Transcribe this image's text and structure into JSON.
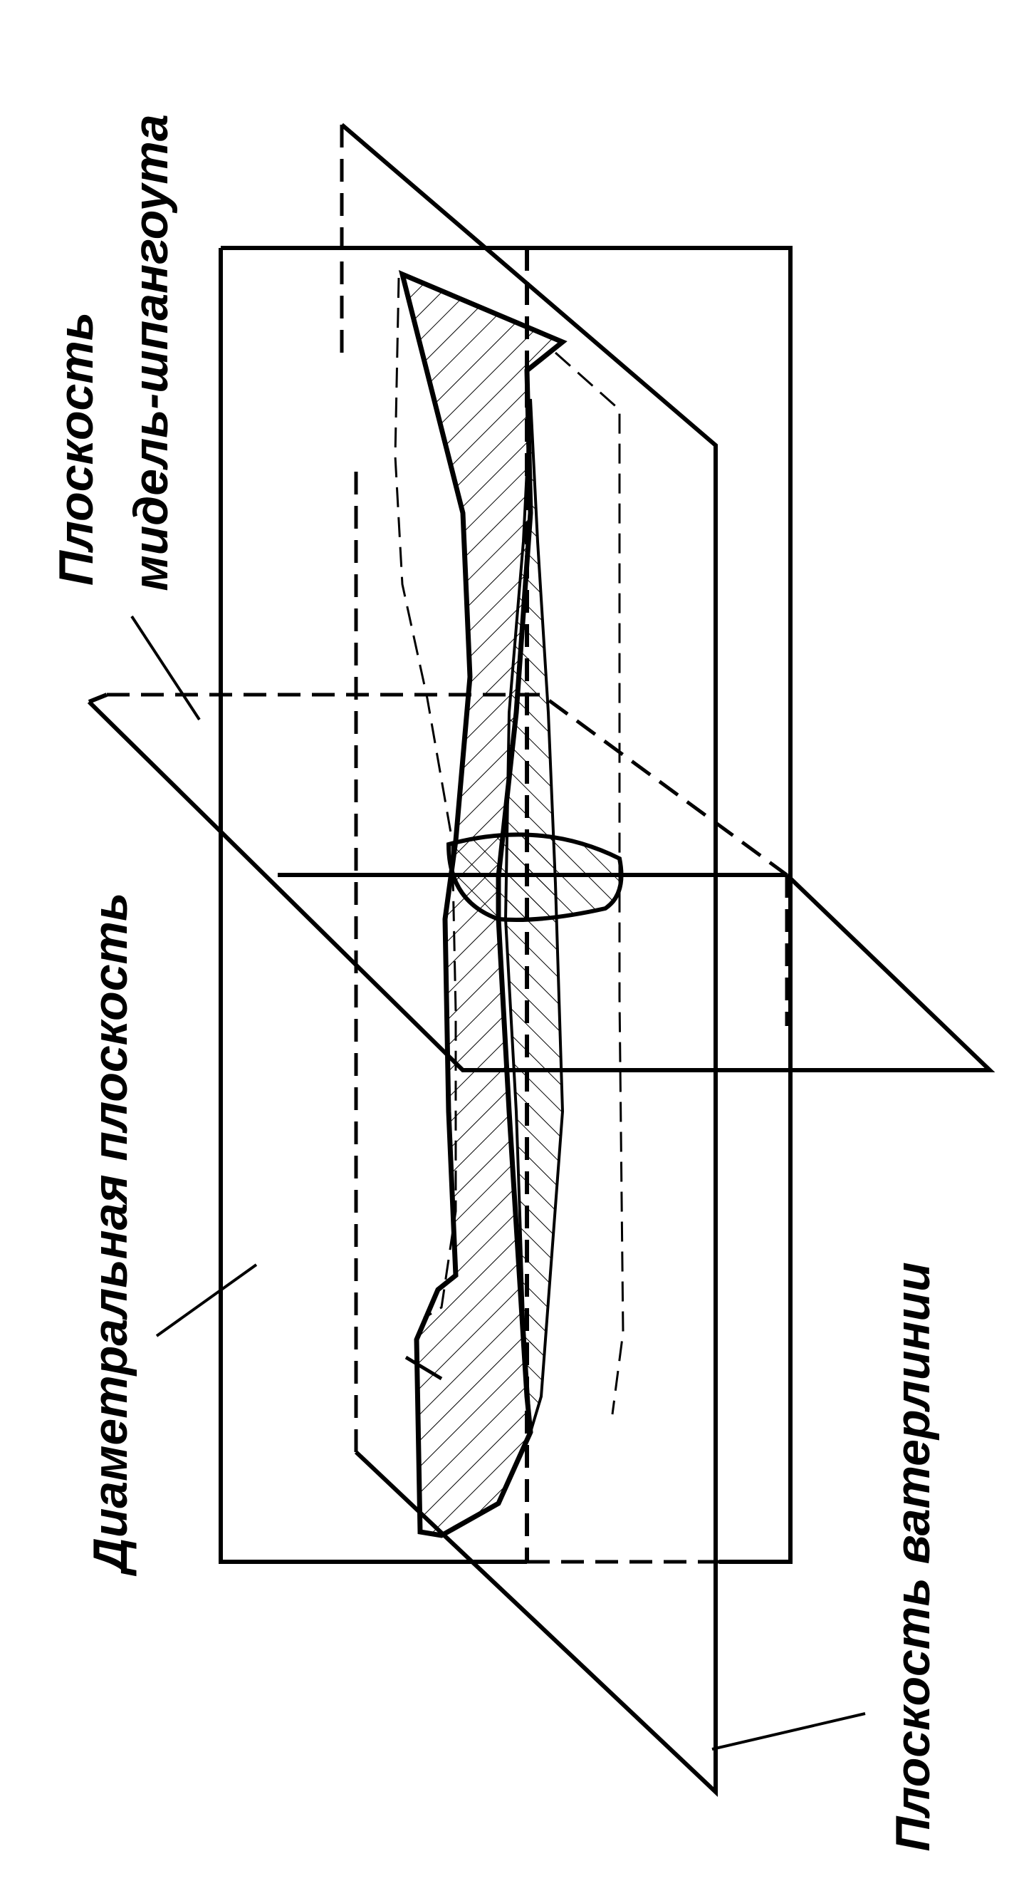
{
  "labels": {
    "midship_line1": "Плоскость",
    "midship_line2": "мидель-шпангоута",
    "diametral": "Диаметральная плоскость",
    "waterline": "Плоскость ватерлинии"
  },
  "colors": {
    "ink": "#000000",
    "background": "#ffffff"
  }
}
